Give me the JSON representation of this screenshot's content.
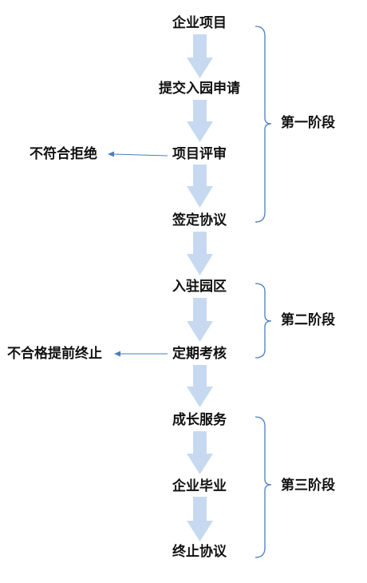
{
  "steps": [
    "企业项目",
    "提交入园申请",
    "项目评审",
    "签定协议",
    "入驻园区",
    "定期考核",
    "成长服务",
    "企业毕业",
    "终止协议"
  ],
  "rejections": [
    "不符合拒绝",
    "不合格提前终止"
  ],
  "phases": [
    "第一阶段",
    "第二阶段",
    "第三阶段"
  ],
  "colors": {
    "flow_arrow": "#c6d9f1",
    "bracket": "#4a7ebb",
    "reject_arrow": "#4a7ebb",
    "text": "#111111"
  }
}
